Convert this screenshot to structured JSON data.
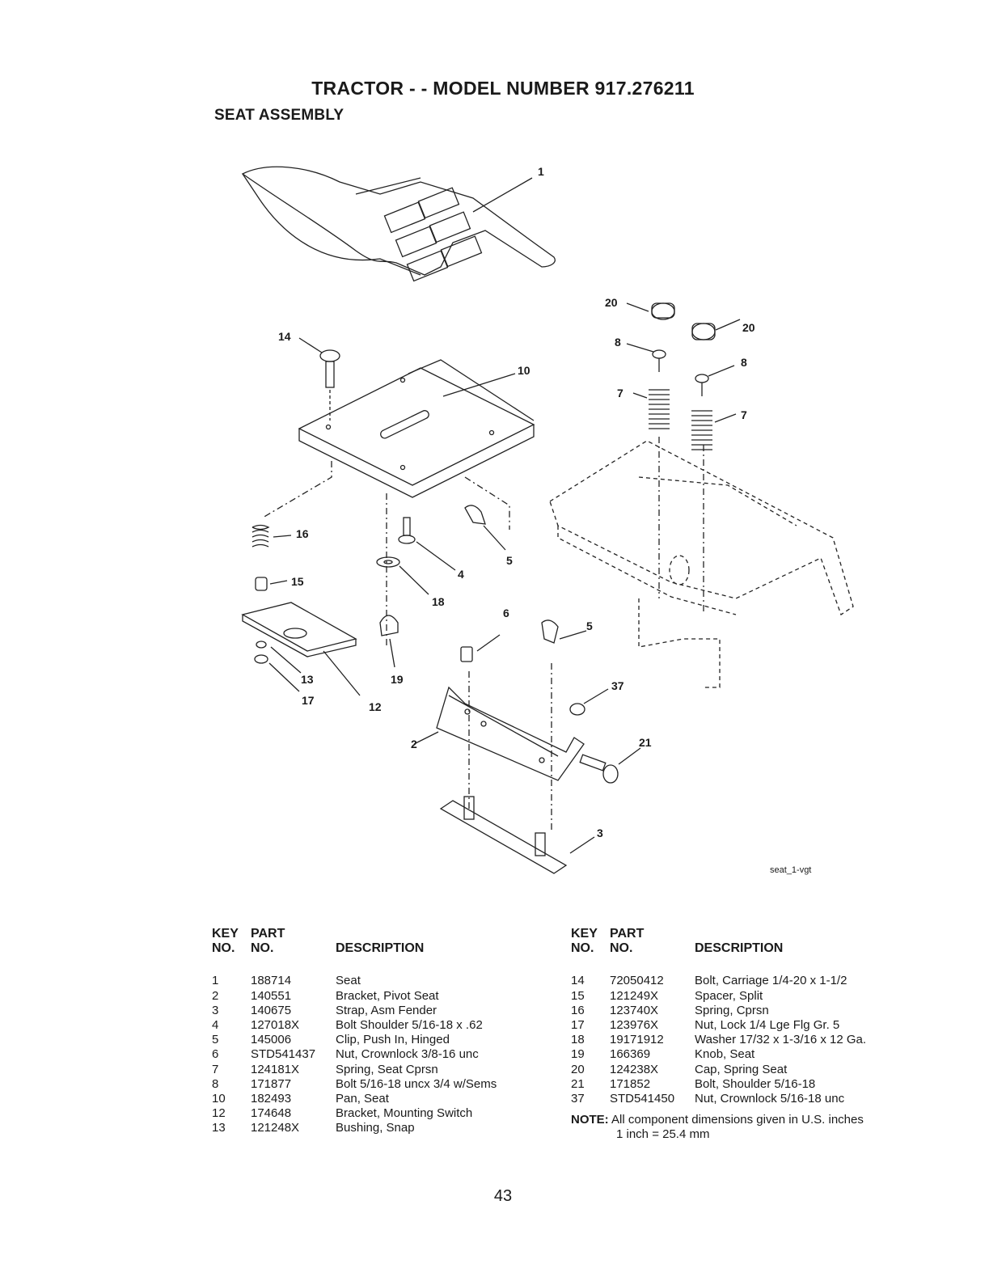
{
  "header": {
    "title": "TRACTOR - - MODEL NUMBER 917.276211",
    "subtitle": "SEAT ASSEMBLY"
  },
  "diagram": {
    "code": "seat_1-vgt",
    "callouts": [
      "1",
      "14",
      "10",
      "20",
      "20",
      "8",
      "8",
      "7",
      "7",
      "16",
      "15",
      "4",
      "5",
      "18",
      "6",
      "5",
      "19",
      "13",
      "17",
      "12",
      "37",
      "2",
      "21",
      "3"
    ]
  },
  "table_headers": {
    "key": "KEY",
    "no": "NO.",
    "part": "PART",
    "part_no": "NO.",
    "description": "DESCRIPTION"
  },
  "parts_left": [
    {
      "key": "1",
      "part": "188714",
      "desc": "Seat"
    },
    {
      "key": "2",
      "part": "140551",
      "desc": "Bracket, Pivot Seat"
    },
    {
      "key": "3",
      "part": "140675",
      "desc": "Strap, Asm Fender"
    },
    {
      "key": "4",
      "part": "127018X",
      "desc": "Bolt Shoulder 5/16-18 x .62"
    },
    {
      "key": "5",
      "part": "145006",
      "desc": "Clip, Push In, Hinged"
    },
    {
      "key": "6",
      "part": "STD541437",
      "desc": "Nut, Crownlock 3/8-16 unc"
    },
    {
      "key": "7",
      "part": "124181X",
      "desc": "Spring, Seat Cprsn"
    },
    {
      "key": "8",
      "part": "171877",
      "desc": "Bolt 5/16-18 uncx 3/4 w/Sems"
    },
    {
      "key": "10",
      "part": "182493",
      "desc": "Pan, Seat"
    },
    {
      "key": "12",
      "part": "174648",
      "desc": "Bracket, Mounting Switch"
    },
    {
      "key": "13",
      "part": "121248X",
      "desc": "Bushing, Snap"
    }
  ],
  "parts_right": [
    {
      "key": "14",
      "part": "72050412",
      "desc": "Bolt, Carriage 1/4-20 x 1-1/2"
    },
    {
      "key": "15",
      "part": "121249X",
      "desc": "Spacer, Split"
    },
    {
      "key": "16",
      "part": "123740X",
      "desc": "Spring, Cprsn"
    },
    {
      "key": "17",
      "part": "123976X",
      "desc": "Nut, Lock 1/4 Lge Flg Gr. 5"
    },
    {
      "key": "18",
      "part": "19171912",
      "desc": "Washer 17/32 x 1-3/16 x 12 Ga."
    },
    {
      "key": "19",
      "part": "166369",
      "desc": "Knob, Seat"
    },
    {
      "key": "20",
      "part": "124238X",
      "desc": "Cap, Spring Seat"
    },
    {
      "key": "21",
      "part": "171852",
      "desc": "Bolt, Shoulder 5/16-18"
    },
    {
      "key": "37",
      "part": "STD541450",
      "desc": "Nut, Crownlock 5/16-18 unc"
    }
  ],
  "note": {
    "label": "NOTE:",
    "text": "All component dimensions given in U.S. inches",
    "conversion": "1 inch = 25.4 mm"
  },
  "page_number": "43"
}
